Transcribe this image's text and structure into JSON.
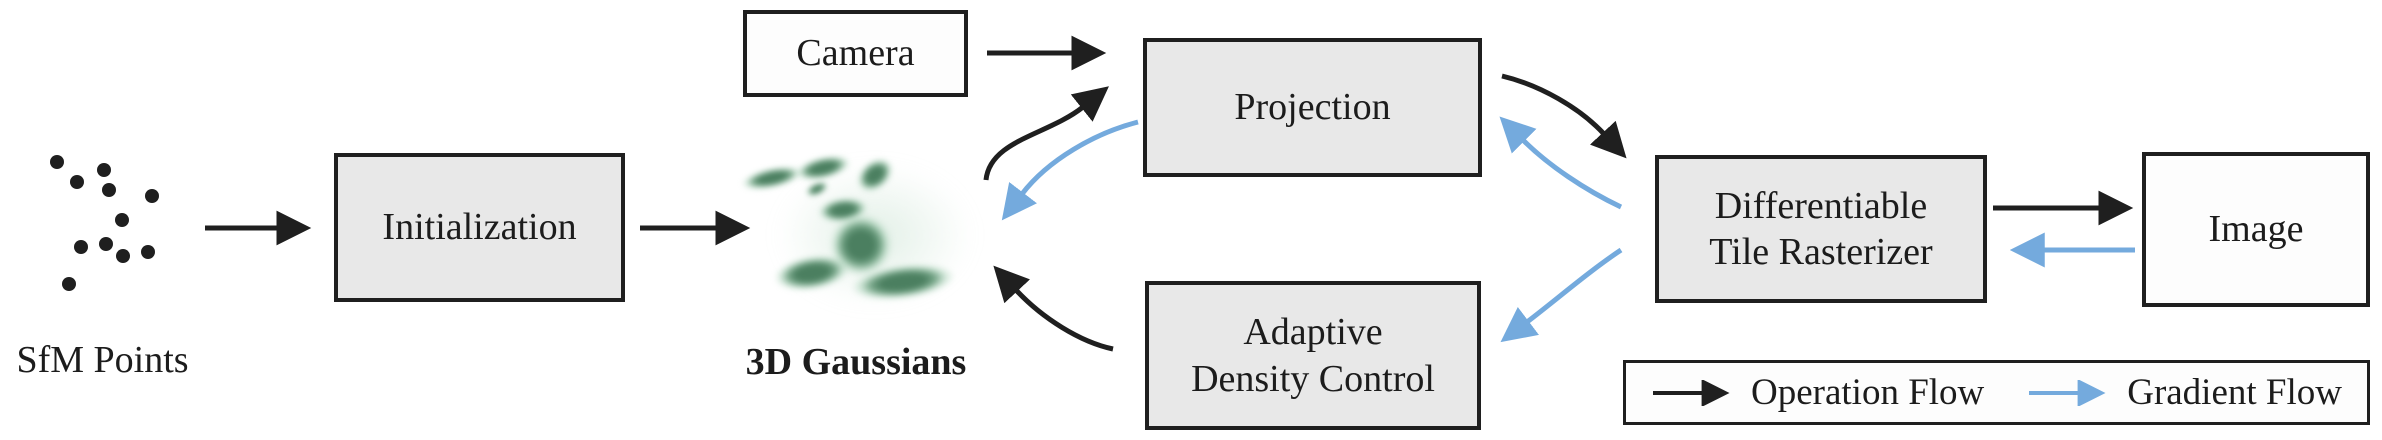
{
  "diagram": {
    "title_semantic": "3D Gaussian Splatting optimization pipeline",
    "nodes": {
      "sfm_points": {
        "label": "SfM Points",
        "style": "point-cloud"
      },
      "initialization": {
        "label": "Initialization",
        "style": "gray-box"
      },
      "gaussians": {
        "label": "3D Gaussians",
        "style": "green-splat-illustration"
      },
      "camera": {
        "label": "Camera",
        "style": "white-box"
      },
      "projection": {
        "label": "Projection",
        "style": "gray-box"
      },
      "adaptive_density_control": {
        "label_line1": "Adaptive",
        "label_line2": "Density Control",
        "style": "gray-box"
      },
      "tile_rasterizer": {
        "label_line1": "Differentiable",
        "label_line2": "Tile Rasterizer",
        "style": "gray-box"
      },
      "image": {
        "label": "Image",
        "style": "white-box"
      }
    },
    "edges": [
      {
        "from": "sfm_points",
        "to": "initialization",
        "type": "operation"
      },
      {
        "from": "initialization",
        "to": "gaussians",
        "type": "operation"
      },
      {
        "from": "camera",
        "to": "projection",
        "type": "operation"
      },
      {
        "from": "gaussians",
        "to": "projection",
        "type": "operation"
      },
      {
        "from": "projection",
        "to": "gaussians",
        "type": "gradient"
      },
      {
        "from": "projection",
        "to": "tile_rasterizer",
        "type": "operation"
      },
      {
        "from": "tile_rasterizer",
        "to": "projection",
        "type": "gradient"
      },
      {
        "from": "tile_rasterizer",
        "to": "adaptive_density_control",
        "type": "gradient"
      },
      {
        "from": "adaptive_density_control",
        "to": "gaussians",
        "type": "operation"
      },
      {
        "from": "tile_rasterizer",
        "to": "image",
        "type": "operation"
      },
      {
        "from": "image",
        "to": "tile_rasterizer",
        "type": "gradient"
      }
    ],
    "legend": {
      "operation_flow": "Operation Flow",
      "gradient_flow": "Gradient Flow"
    },
    "colors": {
      "operation": "#1f1f1f",
      "gradient": "#74aadd",
      "box_fill": "#e8e8e8",
      "white_fill": "#fdfdfd",
      "border": "#1f1f1f",
      "text": "#1c1c1c",
      "gaussian_green": "#4b7f60"
    }
  }
}
